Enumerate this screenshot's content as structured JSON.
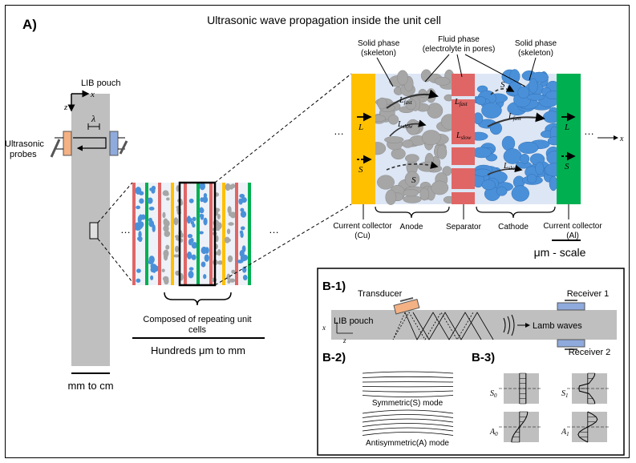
{
  "panel_a": {
    "label": "A)",
    "title": "Ultrasonic wave propagation inside the unit cell",
    "pouch_label": "LIB pouch",
    "probes_label": "Ultrasonic probes",
    "axis_z": "z",
    "axis_x": "x",
    "lambda": "λ",
    "scale_mm": "mm to cm",
    "stack_caption": "Composed of repeating unit cells",
    "stack_scale": "Hundreds μm to mm",
    "ellipsis": "…",
    "micro_scale": "μm - scale"
  },
  "unit_cell": {
    "solid_left": "Solid phase (skeleton)",
    "fluid": "Fluid phase (electrolyte in pores)",
    "solid_right": "Solid phase (skeleton)",
    "L": "L",
    "S": "S",
    "L_fast": "L",
    "L_fast_sub": "fast",
    "L_slow": "L",
    "L_slow_sub": "slow",
    "x": "x",
    "cc_cu": "Current collector (Cu)",
    "anode": "Anode",
    "separator": "Separator",
    "cathode": "Cathode",
    "cc_al": "Current collector (Al)"
  },
  "panel_b": {
    "b1_label": "B-1)",
    "transducer": "Transducer",
    "receiver1": "Receiver 1",
    "receiver2": "Receiver 2",
    "pouch": "LIB pouch",
    "lamb": "Lamb waves",
    "axis_x": "x",
    "axis_z": "z",
    "b2_label": "B-2)",
    "symmetric": "Symmetric(S) mode",
    "antisymmetric": "Antisymmetric(A) mode",
    "b3_label": "B-3)",
    "s0": "S",
    "s0_sub": "0",
    "s1": "S",
    "s1_sub": "1",
    "a0": "A",
    "a0_sub": "0",
    "a1": "A",
    "a1_sub": "1"
  },
  "colors": {
    "copper": "#ffc000",
    "aluminum": "#00b050",
    "separator": "#e06666",
    "anode_particle": "#a6a6a6",
    "cathode_particle": "#4a90d9",
    "electrolyte": "#dde6f4",
    "pouch": "#bfbfbf",
    "probe_left": "#f4b183",
    "probe_right": "#8faadc"
  }
}
